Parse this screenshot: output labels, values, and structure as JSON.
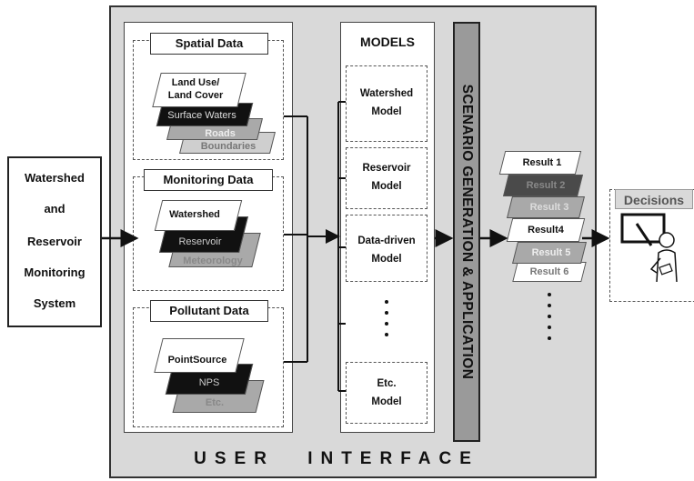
{
  "monitoring_system": {
    "lines": [
      "Watershed",
      "and",
      "Reservoir",
      "Monitoring",
      "System"
    ]
  },
  "spatial": {
    "title": "Spatial Data",
    "layers": [
      "Land Use/",
      "Land Cover",
      "Surface Waters",
      "Roads",
      "Boundaries"
    ]
  },
  "monitoring": {
    "title": "Monitoring Data",
    "layers": [
      "Watershed",
      "Reservoir",
      "Meteorology"
    ]
  },
  "pollutant": {
    "title": "Pollutant Data",
    "layers": [
      "PointSource",
      "NPS",
      "Etc."
    ]
  },
  "models": {
    "title": "MODELS",
    "items": [
      [
        "Watershed",
        "Model"
      ],
      [
        "Reservoir",
        "Model"
      ],
      [
        "Data-driven",
        "Model"
      ],
      [
        "Etc.",
        "Model"
      ]
    ]
  },
  "scenario": {
    "label": "SCENARIO GENERATION & APPLICATION"
  },
  "results": [
    "Result 1",
    "Result 2",
    "Result 3",
    "Result4",
    "Result 5",
    "Result 6"
  ],
  "decisions": {
    "label": "Decisions"
  },
  "user_interface": {
    "label": "USER INTERFACE"
  }
}
